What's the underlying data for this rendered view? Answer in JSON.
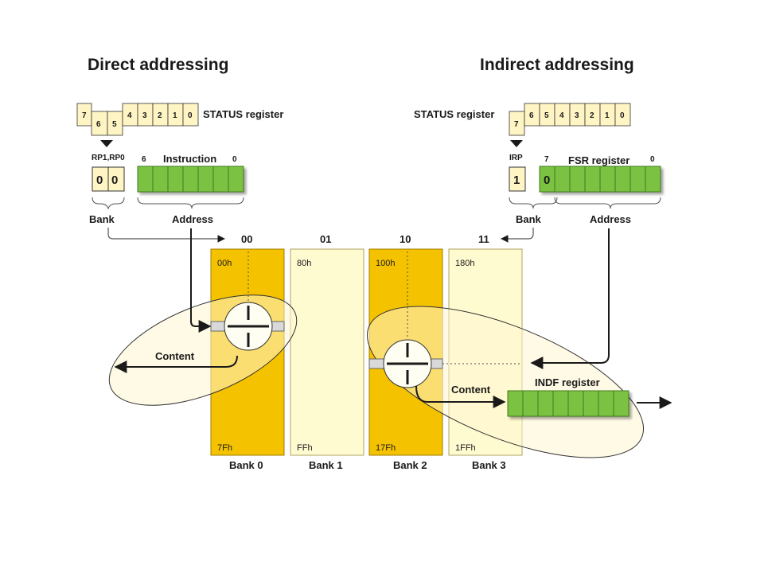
{
  "direct": {
    "title": "Direct addressing",
    "status_label": "STATUS register",
    "status_bits": [
      "7",
      "6",
      "5",
      "4",
      "3",
      "2",
      "1",
      "0"
    ],
    "rp_label": "RP1,RP0",
    "rp_values": [
      "0",
      "0"
    ],
    "instruction_label": "Instruction",
    "instruction_hi": "6",
    "instruction_lo": "0",
    "bank_label": "Bank",
    "address_label": "Address",
    "content_label": "Content"
  },
  "indirect": {
    "title": "Indirect addressing",
    "status_label": "STATUS register",
    "status_bits": [
      "7",
      "6",
      "5",
      "4",
      "3",
      "2",
      "1",
      "0"
    ],
    "irp_label": "IRP",
    "irp_value": "1",
    "fsr_label": "FSR register",
    "fsr_hi": "7",
    "fsr_lo": "0",
    "fsr_first_value": "0",
    "bank_label": "Bank",
    "address_label": "Address",
    "content_label": "Content",
    "indf_label": "INDF register"
  },
  "banks": [
    {
      "code": "00",
      "start": "00h",
      "end": "7Fh",
      "name": "Bank 0"
    },
    {
      "code": "01",
      "start": "80h",
      "end": "FFh",
      "name": "Bank 1"
    },
    {
      "code": "10",
      "start": "100h",
      "end": "17Fh",
      "name": "Bank 2"
    },
    {
      "code": "11",
      "start": "180h",
      "end": "1FFh",
      "name": "Bank 3"
    }
  ],
  "colors": {
    "green": "#7cc242",
    "green_dark": "#3f7a1f",
    "bank_dark": "#f5c200",
    "bank_light": "#fffbd0",
    "status_fill": "#fff5c4"
  }
}
